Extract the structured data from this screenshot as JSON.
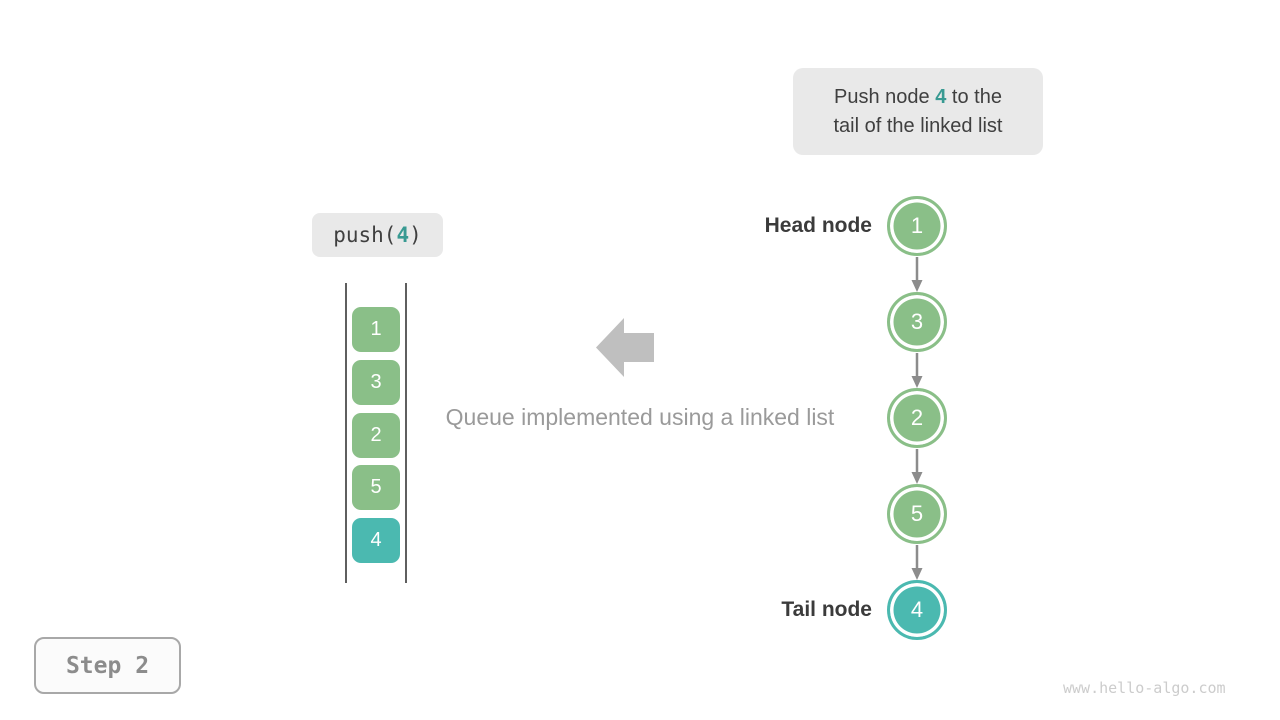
{
  "colors": {
    "box_bg": "#e9e9e9",
    "text_dark": "#3f3f3f",
    "accent_teal": "#389a92",
    "node_green": "#8abf88",
    "node_teal": "#4bb9b0",
    "arrow_gray": "#bfbfbf",
    "caption_gray": "#9a9a9a",
    "connector_gray": "#8c8c8c",
    "rail_gray": "#5f5f5f",
    "label_dark": "#3b3b3b",
    "step_border": "#a8a8a8",
    "step_text": "#8c8c8c",
    "watermark_gray": "#cccccc"
  },
  "annotation": {
    "line1_pre": "Push node ",
    "value": "4",
    "line1_post": " to the",
    "line2": "tail of the linked list"
  },
  "operation": {
    "pre": "push(",
    "value": "4",
    "post": ")"
  },
  "queue": {
    "items": [
      {
        "label": "1",
        "highlighted": false
      },
      {
        "label": "3",
        "highlighted": false
      },
      {
        "label": "2",
        "highlighted": false
      },
      {
        "label": "5",
        "highlighted": false
      },
      {
        "label": "4",
        "highlighted": true
      }
    ]
  },
  "caption": "Queue implemented using a linked list",
  "linked_list": {
    "head_label": "Head node",
    "tail_label": "Tail node",
    "nodes": [
      {
        "label": "1",
        "highlighted": false
      },
      {
        "label": "3",
        "highlighted": false
      },
      {
        "label": "2",
        "highlighted": false
      },
      {
        "label": "5",
        "highlighted": false
      },
      {
        "label": "4",
        "highlighted": true
      }
    ]
  },
  "step_label": "Step 2",
  "watermark": "www.hello-algo.com"
}
